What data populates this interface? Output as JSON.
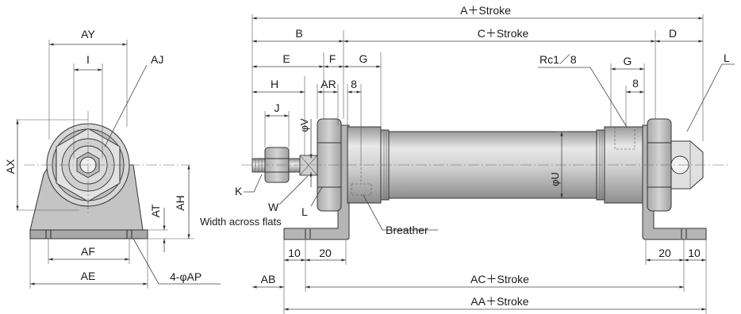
{
  "labels": {
    "a_stroke": "A＋Stroke",
    "b": "B",
    "c_stroke": "C＋Stroke",
    "d": "D",
    "e": "E",
    "f": "F",
    "g1": "G",
    "g2": "G",
    "h": "H",
    "ar": "AR",
    "eight1": "8",
    "eight2": "8",
    "rc": "Rc1／8",
    "l_top": "L",
    "l_mid": "L",
    "j": "J",
    "phi_v": "φV",
    "phi_u": "φU",
    "k": "K",
    "w": "W",
    "width_flats": "Width across flats",
    "breather": "Breather",
    "ay": "AY",
    "i": "I",
    "aj": "AJ",
    "ax": "AX",
    "ah": "AH",
    "at": "AT",
    "af": "AF",
    "ae": "AE",
    "ap": "4-φAP",
    "ab": "AB",
    "ten1": "10",
    "twenty1": "20",
    "ac_stroke": "AC＋Stroke",
    "twenty2": "20",
    "ten2": "10",
    "aa_stroke": "AA＋Stroke"
  },
  "colors": {
    "metal_light": "#d8d8d8",
    "metal_mid": "#b8b8b8",
    "metal_dark": "#8a8a8a",
    "line": "#333333"
  }
}
